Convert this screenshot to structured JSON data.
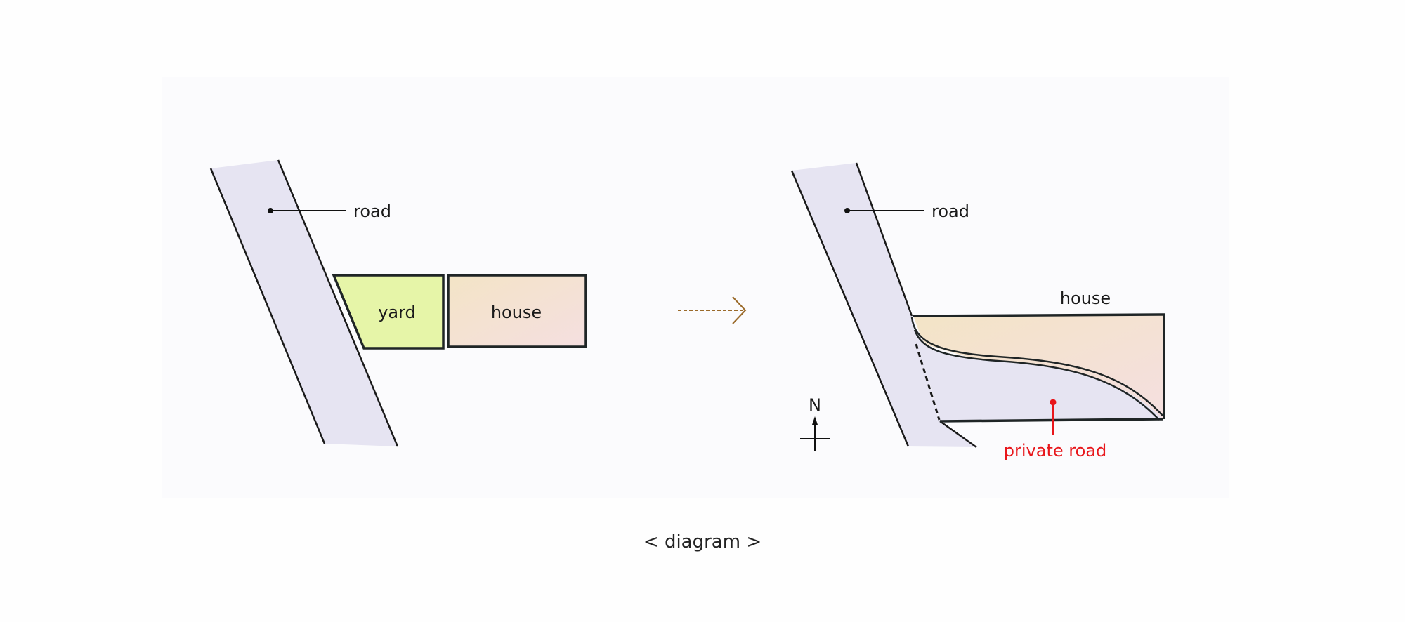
{
  "before": {
    "road_label": "road",
    "yard_label": "yard",
    "house_label": "house"
  },
  "after": {
    "road_label": "road",
    "house_label": "house",
    "private_road_label": "private road",
    "north_label": "N"
  },
  "caption": "< diagram >",
  "colors": {
    "road": "#e6e4f2",
    "yard": "#e6f5a8",
    "house": "#f4e3df",
    "arrow": "#9a6a2a",
    "annotation": "#e8161b",
    "line": "#1a1a1a"
  }
}
